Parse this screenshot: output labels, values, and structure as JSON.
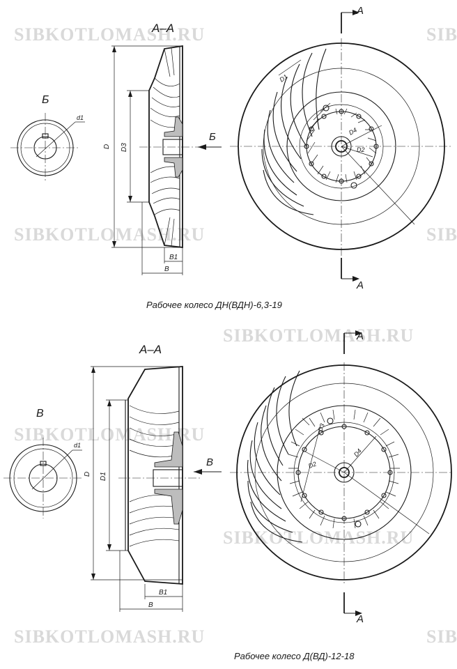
{
  "watermark": "SIBKOTLOMASH.RU",
  "top_drawing": {
    "section_title": "А–А",
    "view_label": "Б",
    "arrow_label": "Б",
    "cut_label_top": "А",
    "cut_label_bottom": "А",
    "dims": {
      "d1": "d1",
      "D": "D",
      "D3": "D3",
      "B1": "B1",
      "B": "B",
      "D1": "D1",
      "D2": "D2",
      "D4": "D4"
    },
    "caption": "Рабочее колесо ДН(ВДН)-6,3-19"
  },
  "bottom_drawing": {
    "section_title": "А–А",
    "view_label": "В",
    "arrow_label": "В",
    "cut_label_top": "А",
    "cut_label_bottom": "А",
    "dims": {
      "d1": "d1",
      "D": "D",
      "D1": "D1",
      "B1": "B1",
      "B": "B",
      "D2": "D2",
      "D3": "D3",
      "D4": "D4"
    },
    "caption": "Рабочее колесо Д(ВД)-12-18"
  }
}
